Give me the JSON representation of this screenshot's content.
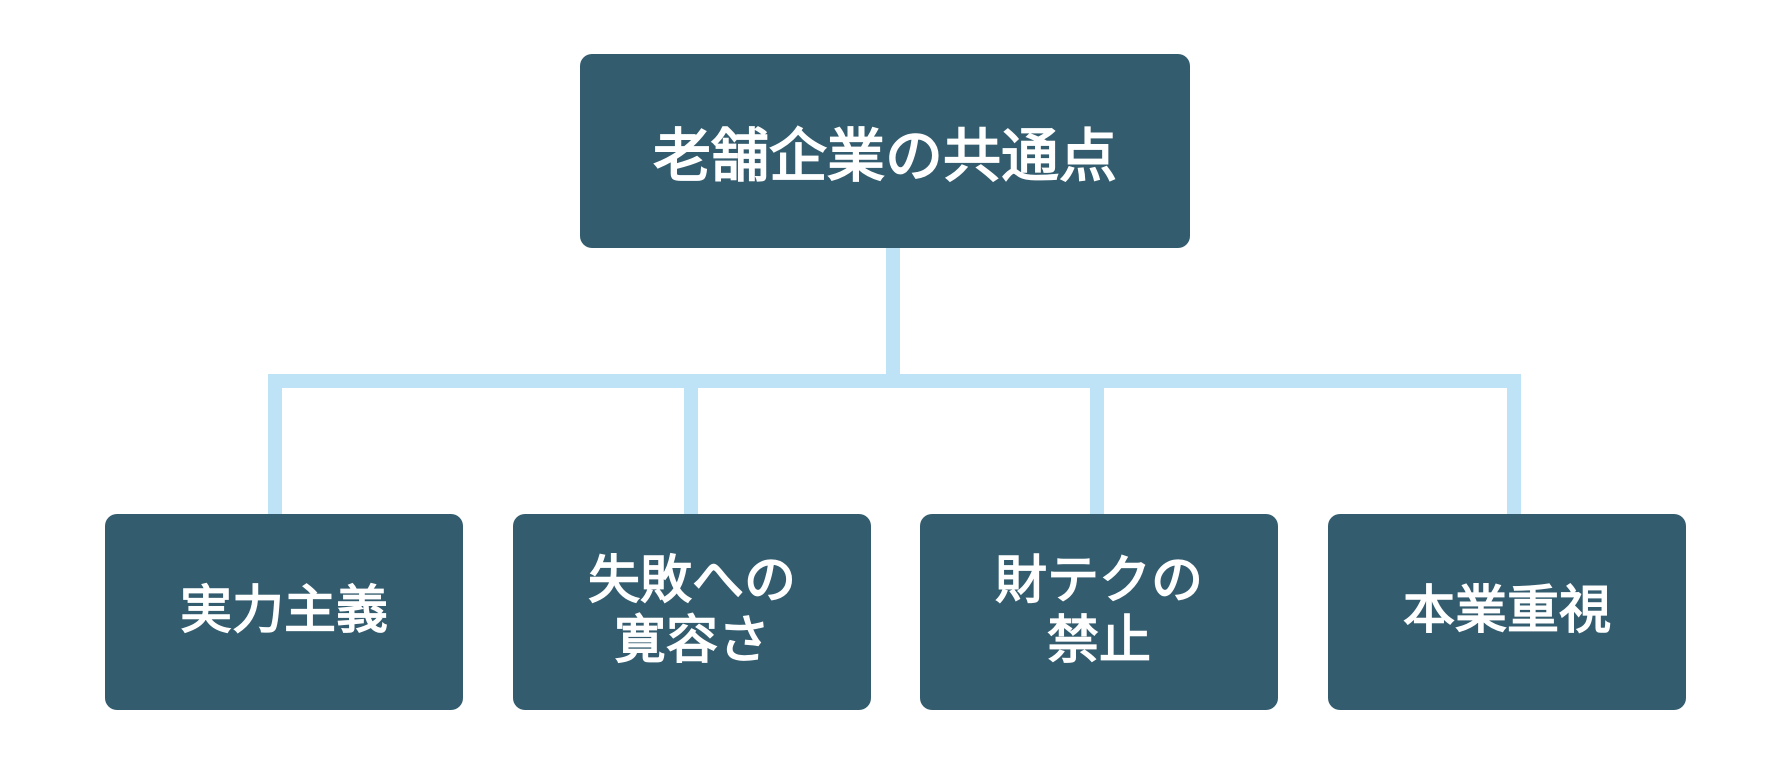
{
  "colors": {
    "node_fill": "#335c6e",
    "connector": "#bfe3f6",
    "text": "#ffffff"
  },
  "root": {
    "label": "老舗企業の共通点"
  },
  "children": [
    {
      "lines": [
        "実力主義"
      ]
    },
    {
      "lines": [
        "失敗への",
        "寛容さ"
      ]
    },
    {
      "lines": [
        "財テクの",
        "禁止"
      ]
    },
    {
      "lines": [
        "本業重視"
      ]
    }
  ]
}
